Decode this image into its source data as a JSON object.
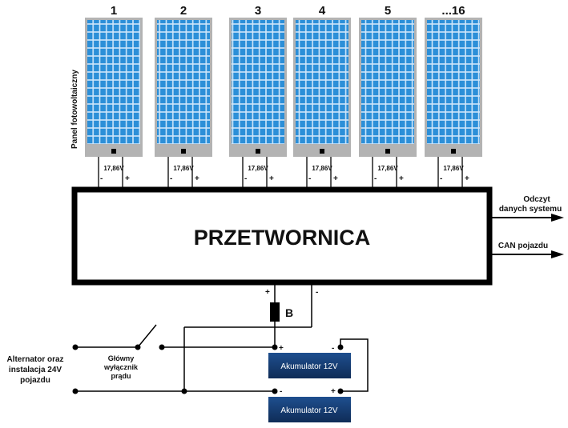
{
  "panels": [
    {
      "number": "1",
      "voltage": "17,86V",
      "minus": "-",
      "plus": "+"
    },
    {
      "number": "2",
      "voltage": "17,86V",
      "minus": "-",
      "plus": "+"
    },
    {
      "number": "3",
      "voltage": "17,86V",
      "minus": "-",
      "plus": "+"
    },
    {
      "number": "4",
      "voltage": "17,86V",
      "minus": "-",
      "plus": "+"
    },
    {
      "number": "5",
      "voltage": "17,86V",
      "minus": "-",
      "plus": "+"
    },
    {
      "number": "...16",
      "voltage": "17,86V",
      "minus": "-",
      "plus": "+"
    }
  ],
  "panel_side_label": "Panel fotowoltaiczny",
  "converter_label": "PRZETWORNICA",
  "outputs": {
    "system_data_line1": "Odczyt",
    "system_data_line2": "danych systemu",
    "can": "CAN pojazdu"
  },
  "converter_plus": "+",
  "converter_minus": "-",
  "fuse_label": "B",
  "alternator": {
    "line1": "Alternator oraz",
    "line2": "instalacja 24V",
    "line3": "pojazdu"
  },
  "switch_label": {
    "line1": "Główny",
    "line2": "wyłącznik",
    "line3": "prądu"
  },
  "batteries": [
    {
      "label": "Akumulator 12V",
      "plus": "+",
      "minus": "-"
    },
    {
      "label": "Akumulator 12V",
      "plus": "+",
      "minus": "-"
    }
  ],
  "colors": {
    "panel_cell": "#2c8fd8",
    "panel_grid": "#cfe6fa",
    "panel_frame": "#b3b3b3",
    "battery": "#143a6e"
  }
}
